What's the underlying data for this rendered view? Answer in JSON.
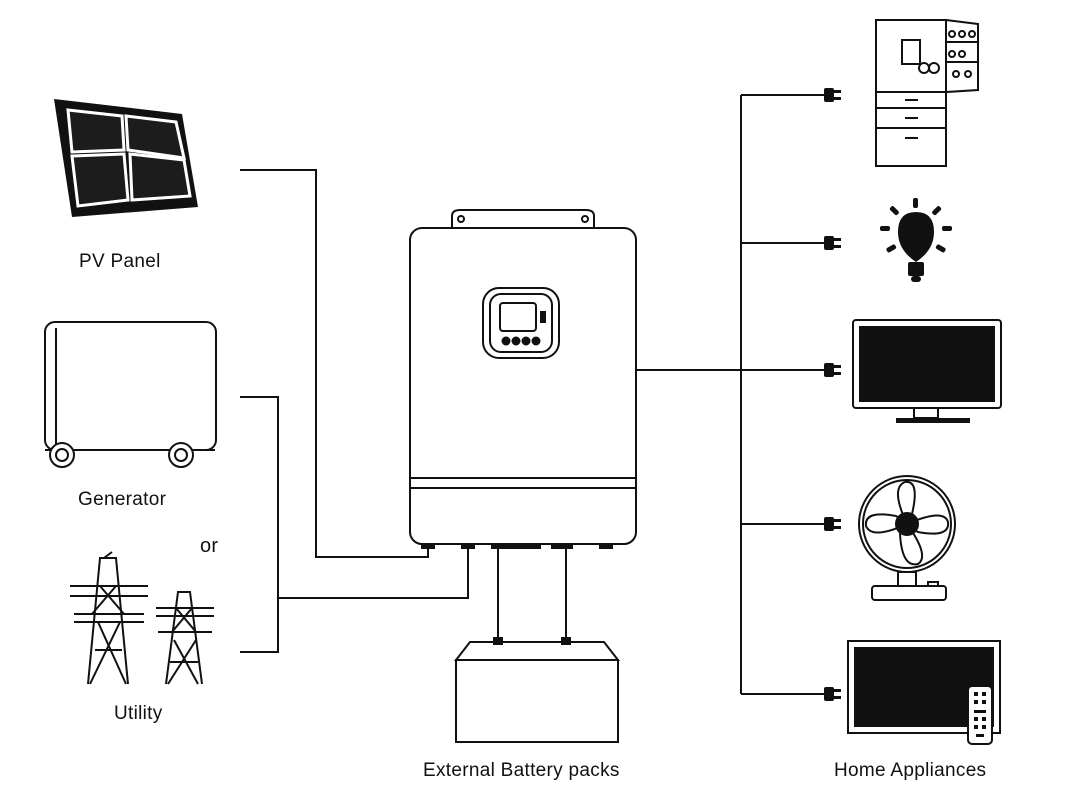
{
  "labels": {
    "pv_panel": "PV Panel",
    "generator": "Generator",
    "or": "or",
    "utility": "Utility",
    "battery": "External Battery packs",
    "appliances": "Home Appliances"
  },
  "colors": {
    "line": "#111111",
    "fill_dark": "#111111",
    "background": "#ffffff"
  },
  "icons": {
    "pv": "solar-panel-icon",
    "generator": "generator-icon",
    "utility": "transmission-tower-icon",
    "inverter": "inverter-icon",
    "battery": "battery-icon",
    "fridge": "refrigerator-icon",
    "bulb": "light-bulb-icon",
    "tv": "television-icon",
    "fan": "fan-icon",
    "tv_remote": "tv-remote-icon",
    "plug": "plug-icon"
  }
}
